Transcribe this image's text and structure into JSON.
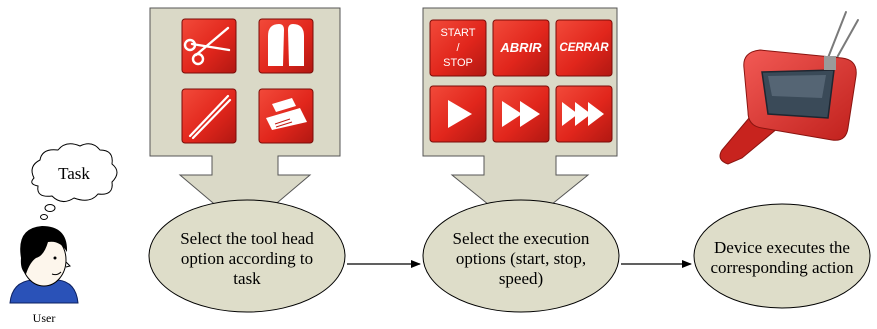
{
  "user": {
    "thought": "Task",
    "label": "User"
  },
  "steps": [
    {
      "lines": [
        "Select the tool head",
        "option according to",
        "task"
      ]
    },
    {
      "lines": [
        "Select the execution",
        "options (start, stop,",
        "speed)"
      ]
    },
    {
      "lines": [
        "Device executes the",
        "corresponding action"
      ]
    }
  ],
  "tool_panel": {
    "buttons": [
      {
        "icon": "scissors-icon"
      },
      {
        "icon": "gripper-jaws-icon"
      },
      {
        "icon": "tweezers-icon"
      },
      {
        "icon": "clip-applier-icon"
      }
    ]
  },
  "execution_panel": {
    "start_stop": [
      "START",
      "/",
      "STOP"
    ],
    "open_label": "ABRIR",
    "close_label": "CERRAR",
    "speed_buttons": [
      {
        "icon": "play-slow-icon"
      },
      {
        "icon": "play-medium-icon"
      },
      {
        "icon": "play-fast-icon"
      }
    ]
  },
  "device": {
    "icon": "handheld-device-icon"
  },
  "colors": {
    "panel_fill": "#dad9c7",
    "ellipse_fill": "#deddc9",
    "button_red": "#e1261c",
    "button_red_dark": "#b11812"
  }
}
